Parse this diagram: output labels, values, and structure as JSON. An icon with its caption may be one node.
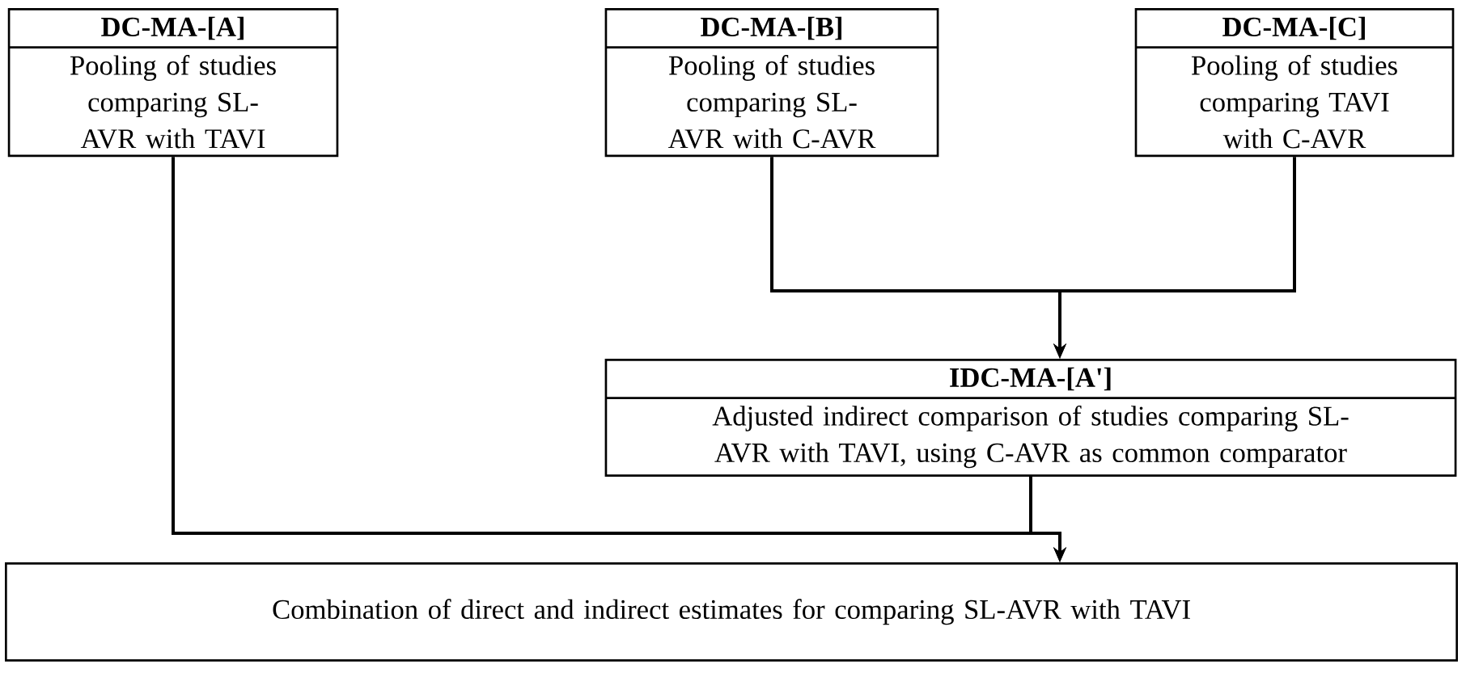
{
  "diagram": {
    "nodes": [
      {
        "text": [
          "DC-MA-[A]",
          "Pooling of studies comparing SL-AVR with TAVI"
        ]
      },
      {
        "text": [
          "DC-MA-[B]",
          "Pooling of studies comparing SL-AVR with C-AVR"
        ]
      },
      {
        "text": [
          "DC-MA-[C]",
          "Pooling of studies comparing TAVI with C-AVR"
        ]
      },
      {
        "text": [
          "IDC-MA-[A']",
          "Adjusted indirect comparison of studies comparing SL-AVR with TAVI, using C-AVR as common comparator"
        ]
      },
      {
        "text": [
          "Combination of direct and indirect estimates for comparing SL-AVR with TAVI"
        ]
      }
    ],
    "edges": [
      {
        "from": 1,
        "to": 3,
        "arrow": "to"
      },
      {
        "from": 2,
        "to": 3,
        "arrow": "to"
      },
      {
        "from": 0,
        "to": 4,
        "arrow": "to"
      },
      {
        "from": 3,
        "to": 4,
        "arrow": "to"
      }
    ]
  }
}
